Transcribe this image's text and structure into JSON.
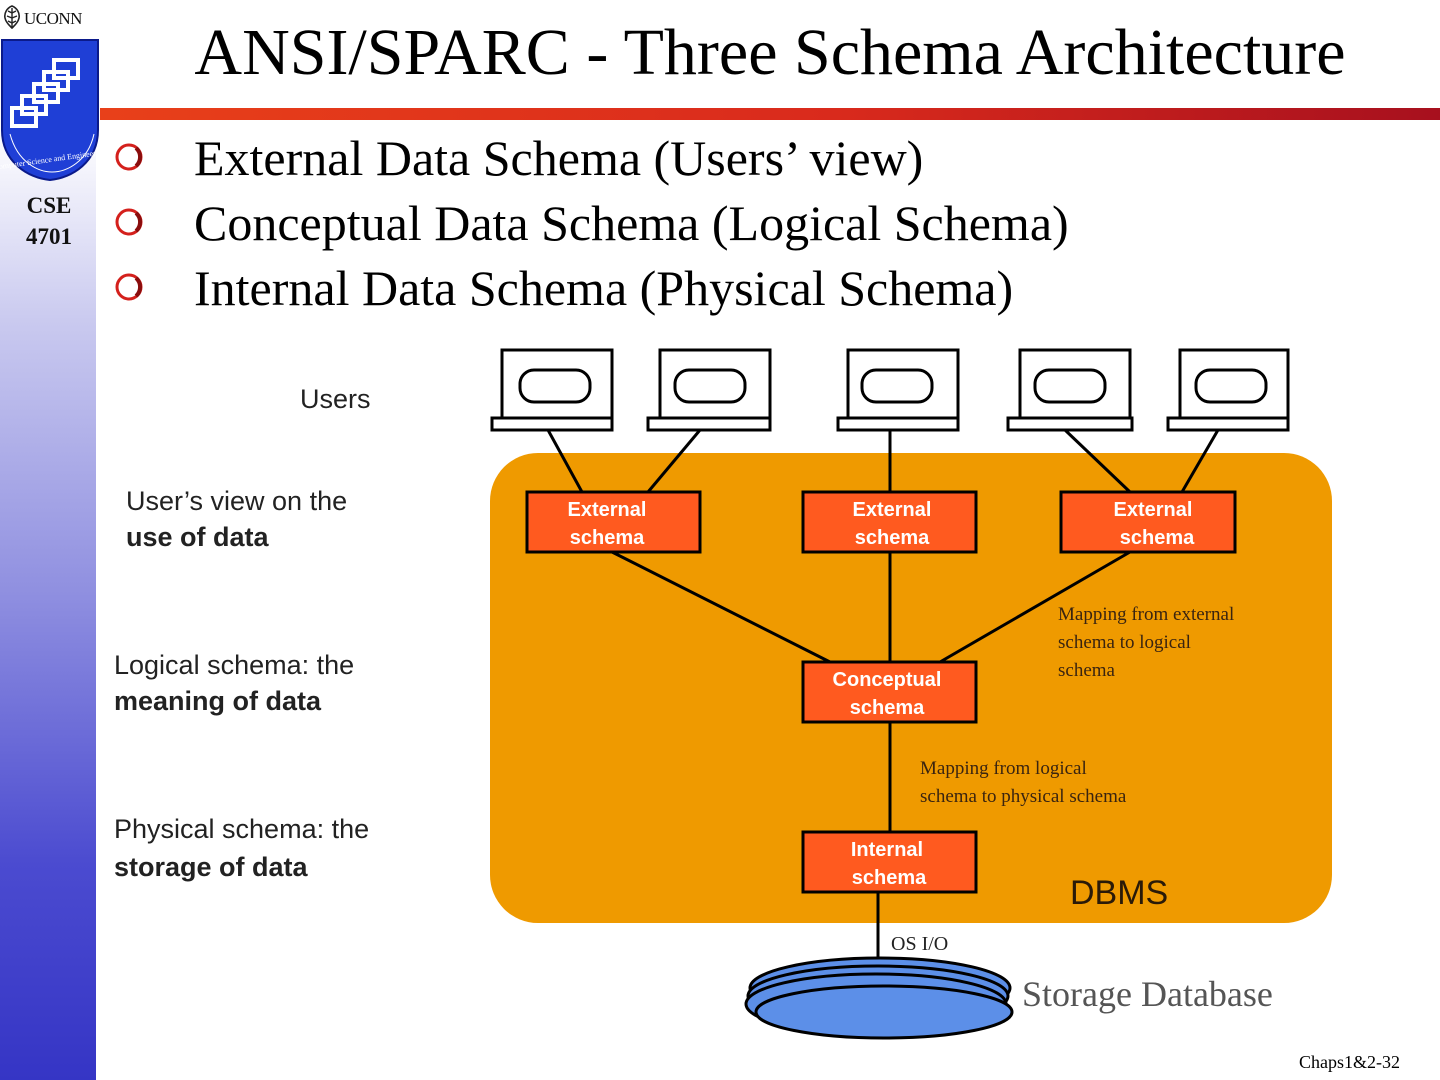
{
  "header": {
    "uconn_logo_text": "UCONN",
    "seal_text": "Computer Science and Engineering",
    "course_code": "CSE",
    "course_number": "4701"
  },
  "slide": {
    "title": "ANSI/SPARC - Three Schema Architecture",
    "bullets": [
      "External Data Schema (Users’ view)",
      "Conceptual Data Schema (Logical Schema)",
      "Internal Data Schema (Physical Schema)"
    ],
    "footer": "Chaps1&2-32"
  },
  "diagram": {
    "left_labels": {
      "users": "Users",
      "external_line1": "User’s view on the",
      "external_line2": "use of data",
      "logical_line1": "Logical schema: the",
      "logical_line2": "meaning of data",
      "physical_line1": "Physical schema: the",
      "physical_line2": "storage of data"
    },
    "boxes": {
      "external_1": [
        "External",
        "schema"
      ],
      "external_2": [
        "External",
        "schema"
      ],
      "external_3": [
        "External",
        "schema"
      ],
      "conceptual": [
        "Conceptual",
        "schema"
      ],
      "internal": [
        "Internal",
        "schema"
      ]
    },
    "mapping_ext_to_logical": [
      "Mapping from external",
      "schema to logical",
      "schema"
    ],
    "mapping_logical_to_physical": [
      "Mapping from logical",
      "schema to physical schema"
    ],
    "dbms_label": "DBMS",
    "os_io_label": "OS I/O",
    "storage_label": "Storage Database",
    "colors": {
      "dbms_region": "#ef9a00",
      "schema_box": "#ff5a1f",
      "disk": "#5c8fe8",
      "title_rule": "#d92a1c",
      "sidebar_bottom": "#3535c5"
    }
  }
}
